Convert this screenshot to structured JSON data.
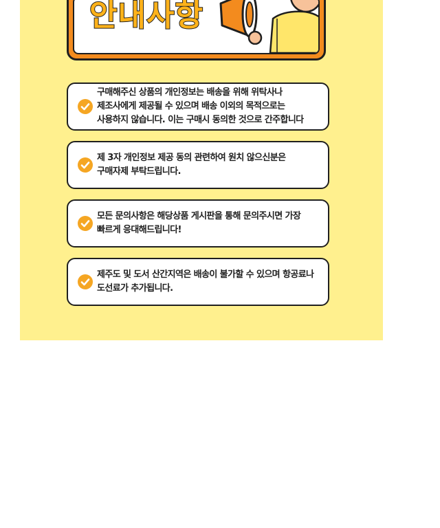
{
  "banner": {
    "title": "안내사항"
  },
  "notices": [
    {
      "icon": "check-circle-icon",
      "text": "구매해주신 상품의 개인정보는 배송을 위해 위탁사나 제조사에게 제공될 수 있으며 배송 이외의 목적으로는 사용하지 않습니다. 이는 구매시 동의한 것으로 간주합니다"
    },
    {
      "icon": "check-circle-icon",
      "text": "제 3자 개인정보 제공 동의 관련하여 원치 않으신분은 구매자제 부탁드립니다."
    },
    {
      "icon": "check-circle-icon",
      "text": "모든 문의사항은 해당상품 게시판을 통해 문의주시면 가장 빠르게 응대해드립니다!"
    },
    {
      "icon": "check-circle-icon",
      "text": "제주도 및 도서 산간지역은 배송이 불가할 수 있으며 항공료나 도선료가 추가됩니다."
    }
  ],
  "colors": {
    "panel_background": "#fff08e",
    "accent_orange": "#f38b1e",
    "title_yellow": "#ffb21a",
    "check_orange": "#f5a623",
    "outline": "#1f1f1f",
    "card_background": "#ffffff"
  }
}
